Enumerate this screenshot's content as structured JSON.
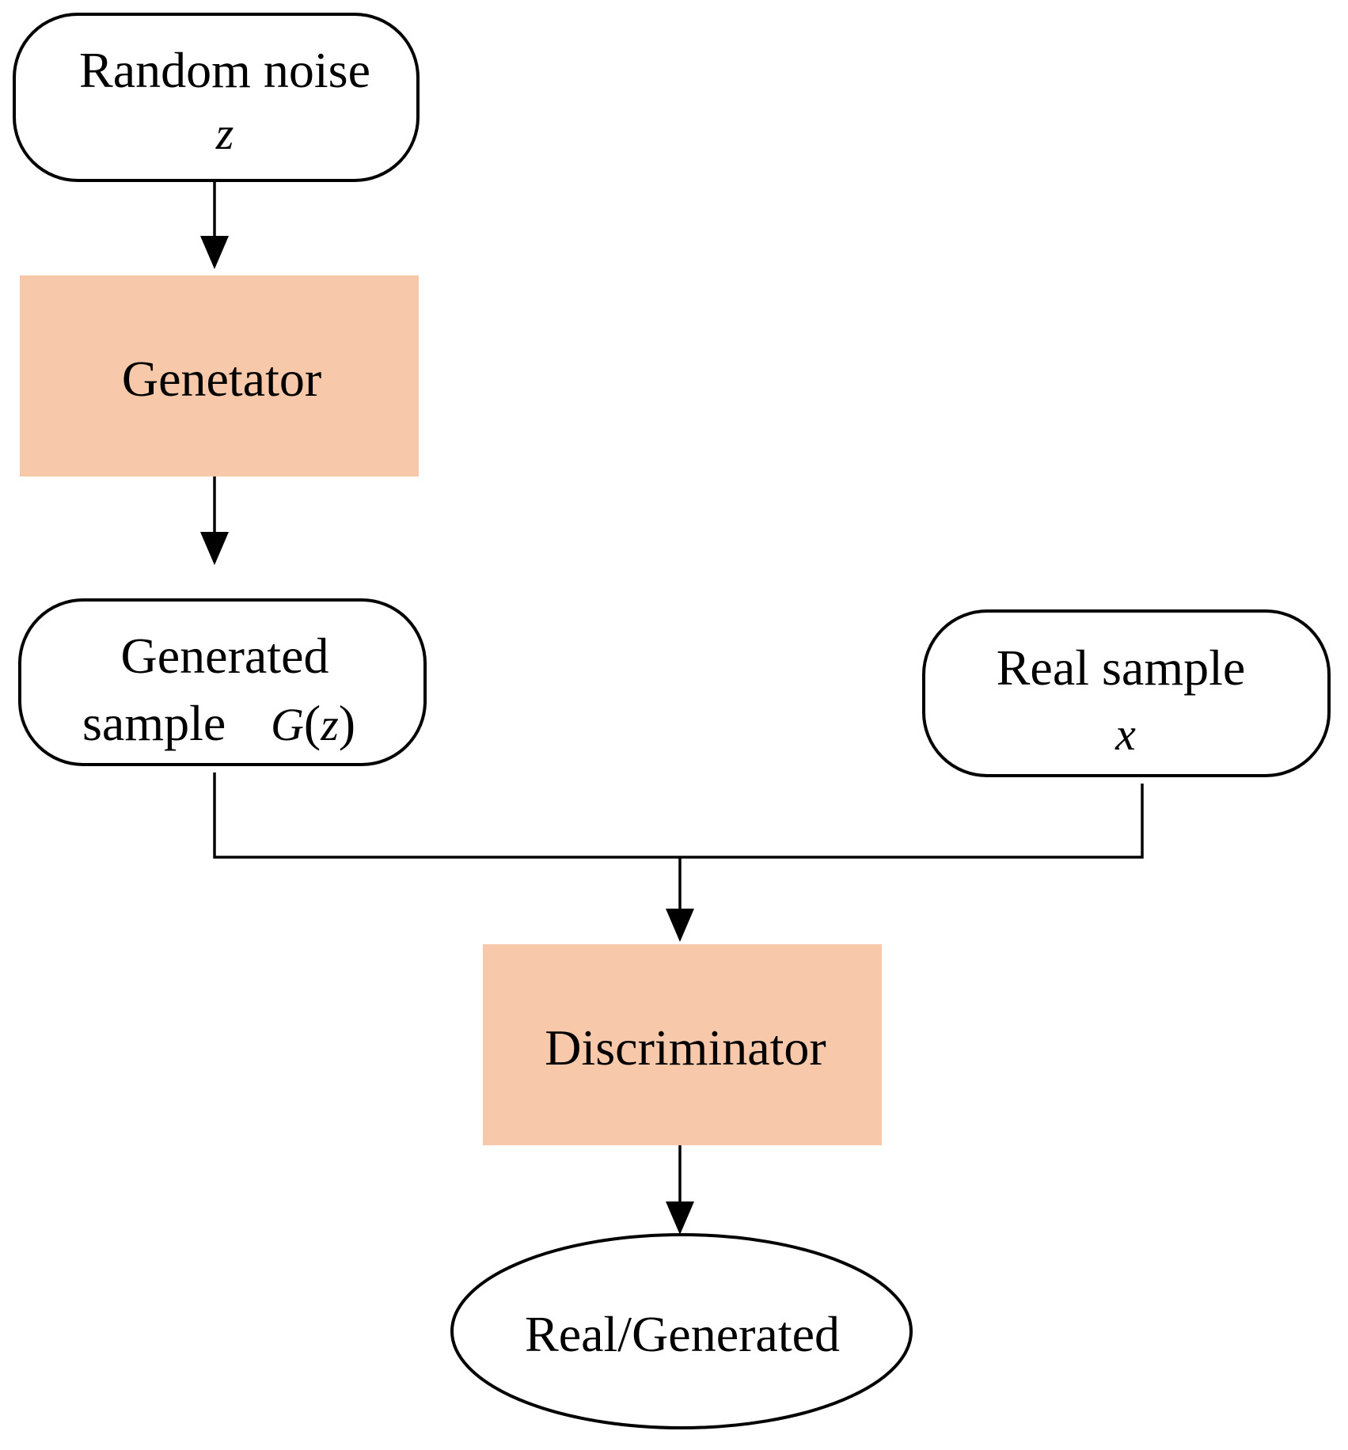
{
  "colors": {
    "process_fill": "#f7c9aa",
    "outline": "#000000",
    "background": "#ffffff"
  },
  "nodes": {
    "random_noise": {
      "label": "Random noise",
      "variable": "z"
    },
    "generator": {
      "label": "Genetator"
    },
    "generated_sample": {
      "label_line1": "Generated",
      "label_line2": "sample",
      "variable": "G",
      "variable_paren_open": "(",
      "variable_arg": "z",
      "variable_paren_close": ")"
    },
    "real_sample": {
      "label": "Real sample",
      "variable": "x"
    },
    "discriminator": {
      "label": "Discriminator"
    },
    "output": {
      "label": "Real/Generated"
    }
  }
}
